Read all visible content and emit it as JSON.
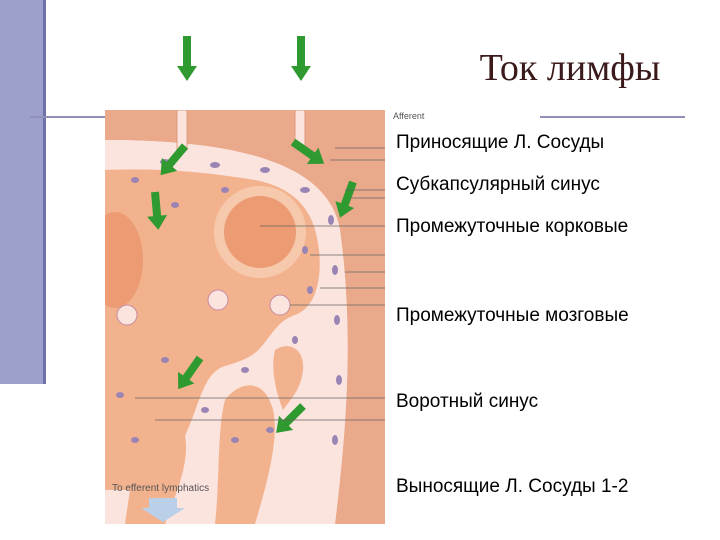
{
  "slide": {
    "title": "Ток лимфы",
    "figure": {
      "afferent_caption": "Afferent",
      "efferent_caption": "To efferent lymphatics"
    },
    "labels": [
      "Приносящие Л. Сосуды",
      "Субкапсулярный синус",
      "Промежуточные корковые",
      "Промежуточные мозговые",
      "Воротный синус",
      "Выносящие Л. Сосуды 1-2"
    ]
  },
  "colors": {
    "accent_bar": "#9ea0cc",
    "arrow_green": "#2f9a2f",
    "capsule": "#e9a98a",
    "sinus": "#fbe3de",
    "tissue": "#f3b28e",
    "cell": "#9a84b4"
  }
}
